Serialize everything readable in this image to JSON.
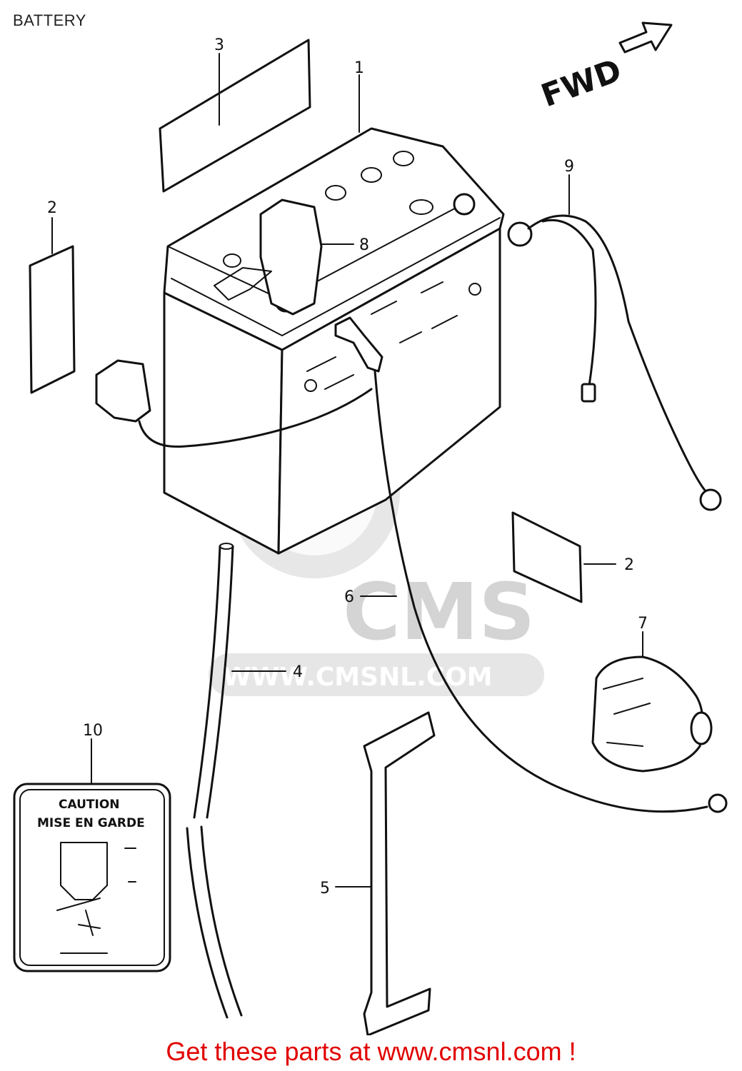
{
  "header": {
    "title": "BATTERY"
  },
  "diagram": {
    "direction_label": "FWD",
    "watermark": {
      "logo_text": "CMS",
      "url_text": "WWW.CMSNL.COM"
    },
    "callouts": [
      {
        "id": "c1",
        "label": "1"
      },
      {
        "id": "c2a",
        "label": "2"
      },
      {
        "id": "c2b",
        "label": "2"
      },
      {
        "id": "c3",
        "label": "3"
      },
      {
        "id": "c4",
        "label": "4"
      },
      {
        "id": "c5",
        "label": "5"
      },
      {
        "id": "c6",
        "label": "6"
      },
      {
        "id": "c7",
        "label": "7"
      },
      {
        "id": "c8",
        "label": "8"
      },
      {
        "id": "c9",
        "label": "9"
      },
      {
        "id": "c10",
        "label": "10"
      }
    ],
    "caution_label": {
      "line1": "CAUTION",
      "line2": "MISE EN GARDE"
    }
  },
  "footer": {
    "text": "Get these parts at www.cmsnl.com !"
  },
  "colors": {
    "footer": "#e10000",
    "lines": "#111111",
    "watermark": "#d4d4d4"
  }
}
